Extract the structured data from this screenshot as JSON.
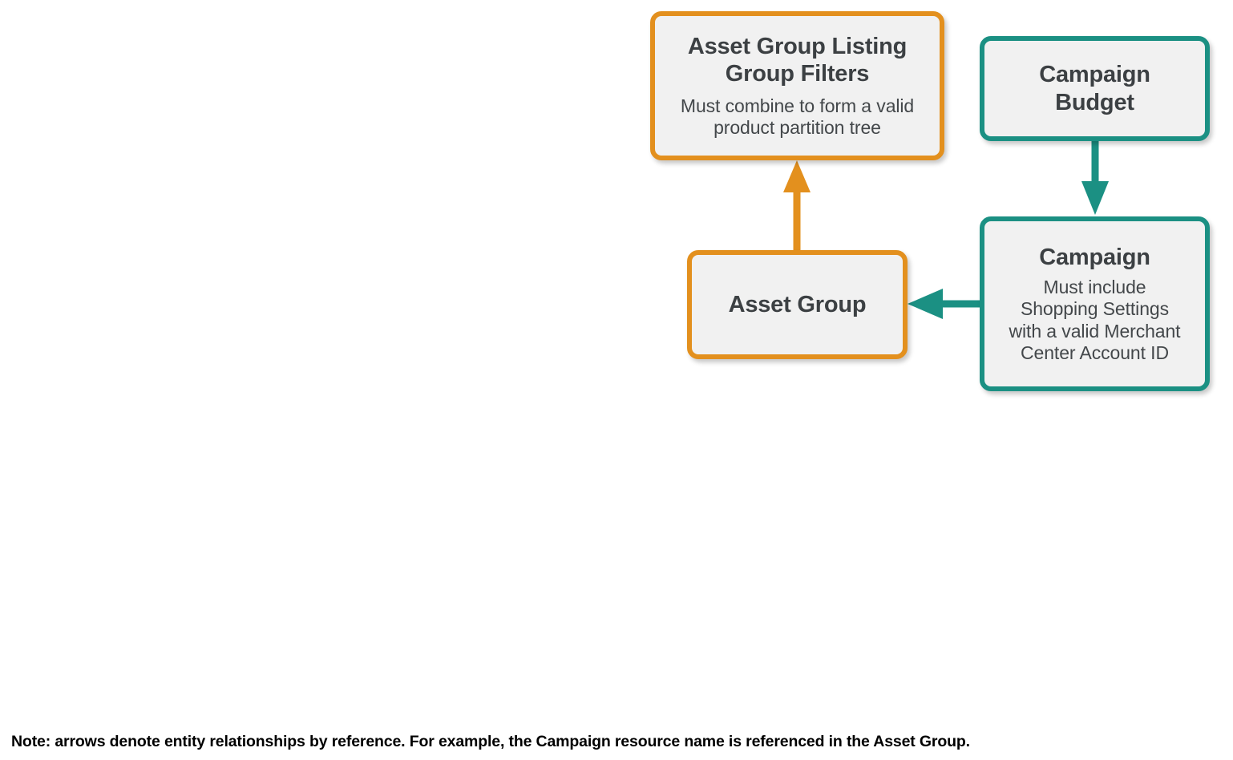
{
  "diagram": {
    "type": "entity-relationship",
    "colors": {
      "orange": "#e3901e",
      "teal": "#1b9083",
      "box_fill": "#f1f1f1",
      "text": "#3c4043",
      "note_text": "#000000",
      "background": "#ffffff"
    },
    "nodes": [
      {
        "id": "asset-group-listing-group-filters",
        "title": "Asset Group Listing\nGroup Filters",
        "note": "Must combine to form a valid\nproduct partition tree",
        "accent": "orange"
      },
      {
        "id": "campaign-budget",
        "title": "Campaign\nBudget",
        "note": "",
        "accent": "teal"
      },
      {
        "id": "asset-group",
        "title": "Asset Group",
        "note": "",
        "accent": "orange"
      },
      {
        "id": "campaign",
        "title": "Campaign",
        "note": "Must include\nShopping Settings\nwith a valid Merchant\nCenter Account ID",
        "accent": "teal"
      }
    ],
    "edges": [
      {
        "id": "asset-group-to-listing-group-filters",
        "from": "asset-group",
        "to": "asset-group-listing-group-filters",
        "direction": "up",
        "color": "orange"
      },
      {
        "id": "campaign-budget-to-campaign",
        "from": "campaign-budget",
        "to": "campaign",
        "direction": "down",
        "color": "teal"
      },
      {
        "id": "campaign-to-asset-group",
        "from": "campaign",
        "to": "asset-group",
        "direction": "left",
        "color": "teal"
      }
    ],
    "footer_note": "Note: arrows denote entity relationships by reference. For example, the Campaign resource name is referenced in the Asset Group."
  }
}
